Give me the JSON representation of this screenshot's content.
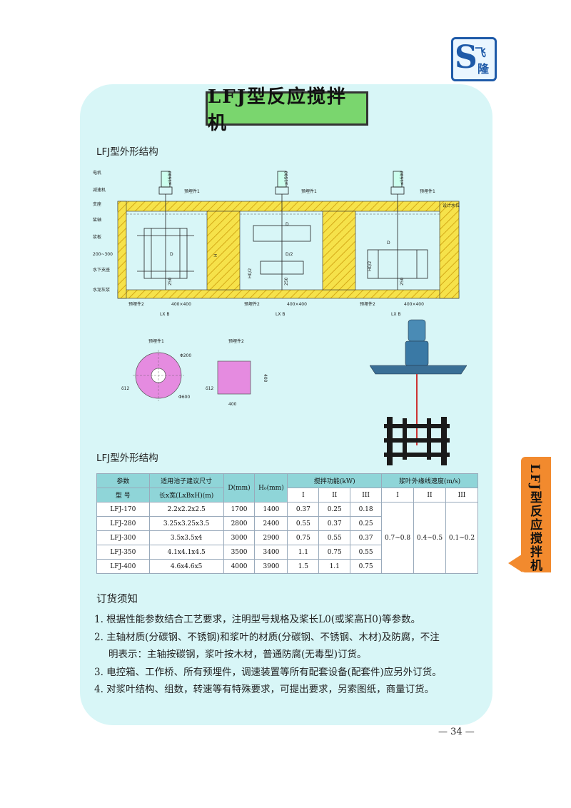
{
  "logo": {
    "letter": "S",
    "text1": "飞",
    "text2": "隆"
  },
  "title": "LFJ型反应搅拌机",
  "section1": "LFJ型外形结构",
  "section2": "LFJ型外形结构",
  "side_tab": "LFJ型反应搅拌机",
  "drawing_labels": {
    "left": [
      "电机",
      "减速机",
      "支座",
      "桨轴",
      "浆板",
      "200~300",
      "水下支座",
      "水泥灰浆"
    ],
    "pre_embed_1": "预埋件1",
    "pre_embed_2": "预埋件2",
    "dim_1500": "≤1500",
    "dim_250": "250",
    "lxb": "LX B",
    "dim_400x400": "400×400",
    "D": "D",
    "D2": "D/2",
    "H": "H",
    "H0_2": "H0/2",
    "design_level": "设计水位",
    "pre_embed_label_a": "预埋件1",
    "pre_embed_label_b": "预埋件2",
    "phi200": "Φ200",
    "phi600": "Φ600",
    "delta12": "δ12",
    "dim400": "400"
  },
  "table": {
    "param": "参数",
    "model": "型 号",
    "pool_size": "适用池子建议尺寸",
    "pool_dims": "长x宽(LxBxH)(m)",
    "d": "D(mm)",
    "h0": "H₀(mm)",
    "power": "搅拌功能(kW)",
    "speed": "浆叶外缘线速度(m/s)",
    "roman": [
      "I",
      "II",
      "III"
    ],
    "rows": [
      {
        "model": "LFJ-170",
        "size": "2.2x2.2x2.5",
        "d": "1700",
        "h0": "1400",
        "p1": "0.37",
        "p2": "0.25",
        "p3": "0.18"
      },
      {
        "model": "LFJ-280",
        "size": "3.25x3.25x3.5",
        "d": "2800",
        "h0": "2400",
        "p1": "0.55",
        "p2": "0.37",
        "p3": "0.25"
      },
      {
        "model": "LFJ-300",
        "size": "3.5x3.5x4",
        "d": "3000",
        "h0": "2900",
        "p1": "0.75",
        "p2": "0.55",
        "p3": "0.37"
      },
      {
        "model": "LFJ-350",
        "size": "4.1x4.1x4.5",
        "d": "3500",
        "h0": "3400",
        "p1": "1.1",
        "p2": "0.75",
        "p3": "0.55"
      },
      {
        "model": "LFJ-400",
        "size": "4.6x4.6x5",
        "d": "4000",
        "h0": "3900",
        "p1": "1.5",
        "p2": "1.1",
        "p3": "0.75"
      }
    ],
    "speed1": "0.7~0.8",
    "speed2": "0.4~0.5",
    "speed3": "0.1~0.2"
  },
  "notes": {
    "heading": "订货须知",
    "n1": "1.  根据性能参数结合工艺要求，注明型号规格及桨长L0(或桨高H0)等参数。",
    "n2a": "2.  主轴材质(分碳钢、不锈钢)和浆叶的材质(分碳钢、不锈钢、木材)及防腐，不注",
    "n2b": "明表示：主轴按碳钢，浆叶按木材，普通防腐(无毒型)订货。",
    "n3": "3.  电控箱、工作桥、所有预埋件，调速装置等所有配套设备(配套件)应另外订货。",
    "n4": "4.  对浆叶结构、组数，转速等有特殊要求，可提出要求，另索图纸，商量订货。"
  },
  "page_number": "— 34 —"
}
